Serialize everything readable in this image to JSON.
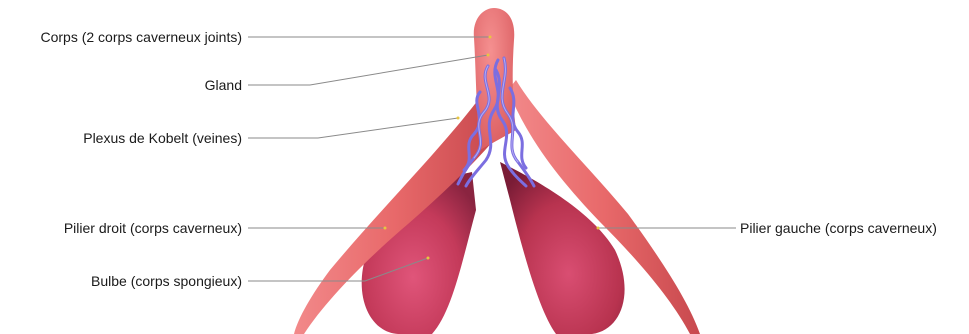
{
  "labels": {
    "corps": "Corps (2 corps caverneux joints)",
    "gland": "Gland",
    "plexus": "Plexus de Kobelt (veines)",
    "pilier_droit": "Pilier droit (corps caverneux)",
    "bulbe": "Bulbe (corps spongieux)",
    "pilier_gauche": "Pilier gauche (corps caverneux)"
  },
  "colors": {
    "crura": "#e8696a",
    "bulb": "#c93b58",
    "veins": "#7b6ee0",
    "leader": "#8a8a8a",
    "dot": "#e8c640"
  }
}
